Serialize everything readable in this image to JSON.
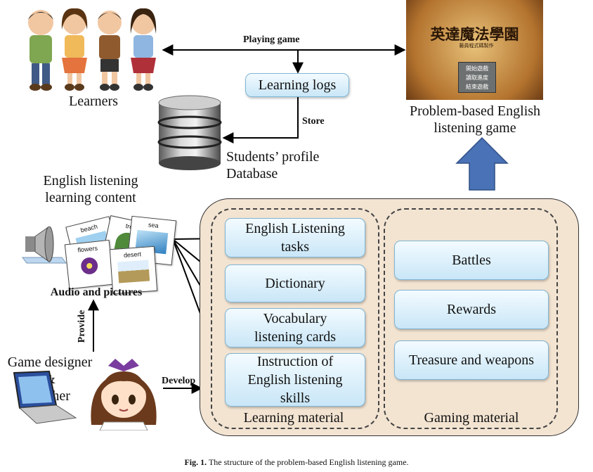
{
  "learners_label": "Learners",
  "playing_game_label": "Playing game",
  "learning_logs_label": "Learning logs",
  "store_label": "Store",
  "database_label_line1": "Students’ profile",
  "database_label_line2": "Database",
  "game_label_line1": "Problem-based English",
  "game_label_line2": "listening game",
  "game_screen": {
    "title": "英達魔法學園",
    "subtitle": "藝員程式碼製作",
    "menu": [
      "開始遊戲",
      "讀取進度",
      "結束遊戲"
    ]
  },
  "content_label_line1": "English listening",
  "content_label_line2": "learning content",
  "audio_pictures_label": "Audio and pictures",
  "cards": [
    "beach",
    "tree",
    "sea",
    "flowers",
    "desert"
  ],
  "provide_label": "Provide",
  "designer_label_line1": "Game designer",
  "designer_label_line2": "&",
  "designer_label_line3": "teacher",
  "develop_label": "Develop",
  "learning_material": {
    "items": [
      {
        "line1": "English Listening",
        "line2": "tasks"
      },
      {
        "line1": "Dictionary",
        "line2": ""
      },
      {
        "line1": "Vocabulary",
        "line2": "listening cards"
      },
      {
        "line1": "Instruction of",
        "line2": "English listening",
        "line3": "skills"
      }
    ],
    "label": "Learning material"
  },
  "gaming_material": {
    "items": [
      "Battles",
      "Rewards",
      "Treasure and weapons"
    ],
    "label": "Gaming material"
  },
  "figure_caption_prefix": "Fig. 1.",
  "figure_caption_text": "The structure of the problem-based English listening game.",
  "colors": {
    "box_border": "#7fb6d6",
    "panel_fill": "#f3e4d2",
    "up_arrow": "#4a72b6"
  }
}
